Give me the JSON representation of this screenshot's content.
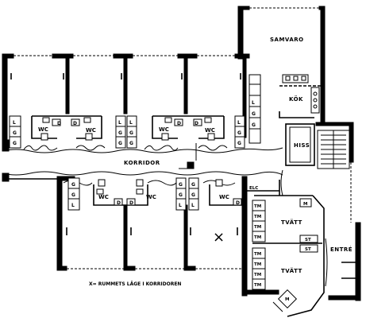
{
  "labels": {
    "samvaro": "SAMVARO",
    "kok": "KÖK",
    "hiss": "HISS",
    "korridor": "KORRIDOR",
    "tvatt_top": "TVÄTT",
    "tvatt_bottom": "TVÄTT",
    "entre": "ENTRÉ",
    "elc": "ELC",
    "legend": "X= RUMMETS LÄGE I KORRIDOREN",
    "legend_marker": "×"
  },
  "wc_labels": {
    "top": [
      "WC",
      "WC",
      "WC",
      "WC"
    ],
    "bottom": [
      "WC",
      "WC",
      "WC"
    ]
  },
  "d_labels": {
    "top": [
      "D",
      "D",
      "D",
      "D"
    ],
    "bottom": [
      "D",
      "D",
      "D"
    ]
  },
  "closets": {
    "top_1": [
      "L",
      "G",
      "G"
    ],
    "top_2": [
      "L",
      "G",
      "G"
    ],
    "top_3": [
      "L",
      "G",
      "G"
    ],
    "top_4": [
      "L",
      "G",
      "G"
    ],
    "top_5": [
      "L",
      "G",
      "G"
    ],
    "bottom_1": [
      "G",
      "G",
      "L"
    ],
    "bottom_2": [
      "G",
      "G",
      "L"
    ],
    "bottom_3": [
      "G",
      "G",
      "L"
    ]
  },
  "appliances": {
    "m_top": "M",
    "st_1": "ST",
    "st_2": "ST",
    "tm_left": [
      "TM",
      "TM",
      "TM",
      "TM"
    ],
    "tm_lower": [
      "TM",
      "TM",
      "TM",
      "TM"
    ],
    "m_bottom": "M"
  }
}
